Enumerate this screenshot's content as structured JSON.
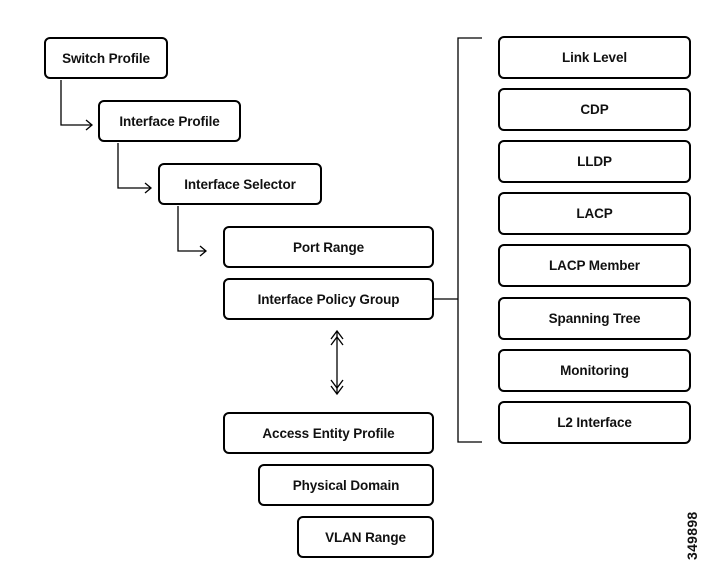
{
  "left_chain": {
    "switch_profile": "Switch Profile",
    "interface_profile": "Interface Profile",
    "interface_selector": "Interface Selector",
    "port_range": "Port Range",
    "interface_policy_group": "Interface Policy Group",
    "access_entity_profile": "Access Entity Profile",
    "physical_domain": "Physical Domain",
    "vlan_range": "VLAN Range"
  },
  "policies": [
    "Link Level",
    "CDP",
    "LLDP",
    "LACP",
    "LACP Member",
    "Spanning Tree",
    "Monitoring",
    "L2 Interface"
  ],
  "figure_number": "349898"
}
